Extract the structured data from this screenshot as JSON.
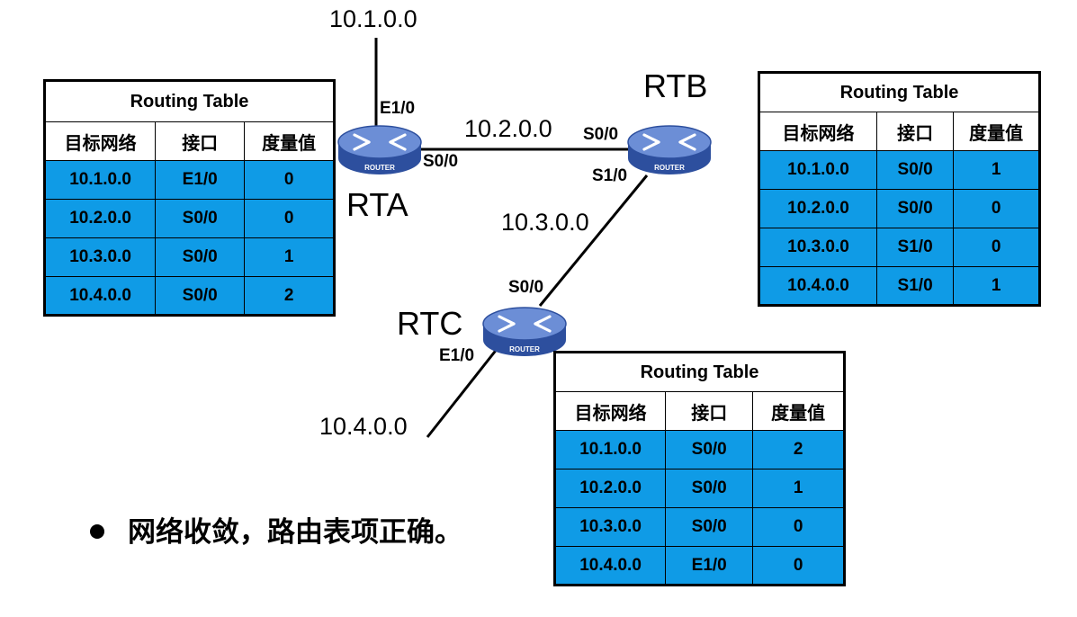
{
  "networks": {
    "n1": "10.1.0.0",
    "n2": "10.2.0.0",
    "n3": "10.3.0.0",
    "n4": "10.4.0.0"
  },
  "routers": {
    "rta": {
      "name": "RTA",
      "badge": "ROUTER",
      "e1": "E1/0",
      "s0": "S0/0"
    },
    "rtb": {
      "name": "RTB",
      "badge": "ROUTER",
      "s0": "S0/0",
      "s1": "S1/0"
    },
    "rtc": {
      "name": "RTC",
      "badge": "ROUTER",
      "s0": "S0/0",
      "e1": "E1/0"
    }
  },
  "colors": {
    "row_fill": "#0f9be6",
    "router_body": "#3f64b8",
    "router_top": "#6c8ed6"
  },
  "tables": {
    "rta": {
      "title": "Routing Table",
      "headers": [
        "目标网络",
        "接口",
        "度量值"
      ],
      "rows": [
        [
          "10.1.0.0",
          "E1/0",
          "0"
        ],
        [
          "10.2.0.0",
          "S0/0",
          "0"
        ],
        [
          "10.3.0.0",
          "S0/0",
          "1"
        ],
        [
          "10.4.0.0",
          "S0/0",
          "2"
        ]
      ]
    },
    "rtb": {
      "title": "Routing Table",
      "headers": [
        "目标网络",
        "接口",
        "度量值"
      ],
      "rows": [
        [
          "10.1.0.0",
          "S0/0",
          "1"
        ],
        [
          "10.2.0.0",
          "S0/0",
          "0"
        ],
        [
          "10.3.0.0",
          "S1/0",
          "0"
        ],
        [
          "10.4.0.0",
          "S1/0",
          "1"
        ]
      ]
    },
    "rtc": {
      "title": "Routing Table",
      "headers": [
        "目标网络",
        "接口",
        "度量值"
      ],
      "rows": [
        [
          "10.1.0.0",
          "S0/0",
          "2"
        ],
        [
          "10.2.0.0",
          "S0/0",
          "1"
        ],
        [
          "10.3.0.0",
          "S0/0",
          "0"
        ],
        [
          "10.4.0.0",
          "E1/0",
          "0"
        ]
      ]
    }
  },
  "bullet": {
    "text": "网络收敛，路由表项正确。"
  }
}
